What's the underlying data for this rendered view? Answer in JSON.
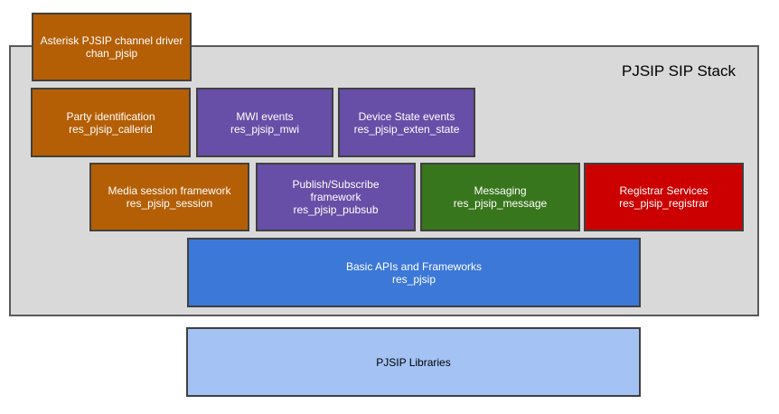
{
  "stack": {
    "title": "PJSIP SIP Stack"
  },
  "modules": {
    "chan": {
      "line1": "Asterisk PJSIP channel driver",
      "line2": "chan_pjsip"
    },
    "callerid": {
      "line1": "Party identification",
      "line2": "res_pjsip_callerid"
    },
    "mwi": {
      "line1": "MWI events",
      "line2": "res_pjsip_mwi"
    },
    "exten_state": {
      "line1": "Device State events",
      "line2": "res_pjsip_exten_state"
    },
    "session": {
      "line1": "Media session framework",
      "line2": "res_pjsip_session"
    },
    "pubsub": {
      "line1": "Publish/Subscribe",
      "line2": "framework",
      "line3": "res_pjsip_pubsub"
    },
    "message": {
      "line1": "Messaging",
      "line2": "res_pjsip_message"
    },
    "registrar": {
      "line1": "Registrar Services",
      "line2": "res_pjsip_registrar"
    },
    "basic": {
      "line1": "Basic APIs and Frameworks",
      "line2": "res_pjsip"
    },
    "libraries": {
      "line1": "PJSIP Libraries"
    }
  },
  "colors": {
    "orange": "#b45f06",
    "purple": "#674ea7",
    "green": "#38761d",
    "red": "#cc0000",
    "blue": "#3c78d8",
    "light_blue": "#a4c2f4",
    "stack_background": "#d9d9d9"
  }
}
